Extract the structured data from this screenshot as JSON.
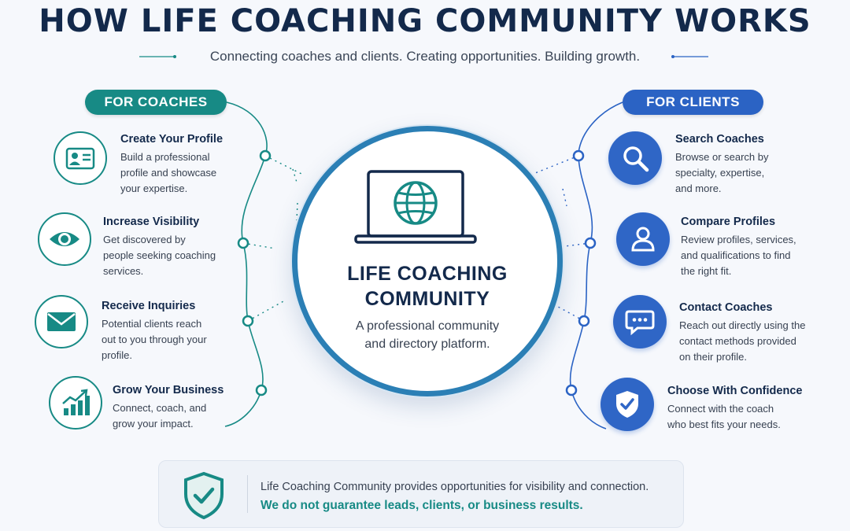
{
  "header": {
    "title": "HOW LIFE COACHING COMMUNITY WORKS",
    "subtitle": "Connecting coaches and clients. Creating opportunities. Building growth."
  },
  "coaches": {
    "label": "FOR COACHES",
    "items": [
      {
        "title": "Create Your Profile",
        "desc": [
          "Build a professional",
          "profile and showcase",
          "your expertise."
        ],
        "icon": "profile-card-icon"
      },
      {
        "title": "Increase Visibility",
        "desc": [
          "Get discovered by",
          "people seeking coaching",
          "services."
        ],
        "icon": "eye-icon"
      },
      {
        "title": "Receive Inquiries",
        "desc": [
          "Potential clients reach",
          "out to you through your",
          "profile."
        ],
        "icon": "envelope-icon"
      },
      {
        "title": "Grow Your Business",
        "desc": [
          "Connect, coach, and",
          "grow your impact."
        ],
        "icon": "growth-chart-icon"
      }
    ]
  },
  "clients": {
    "label": "FOR CLIENTS",
    "items": [
      {
        "title": "Search Coaches",
        "desc": [
          "Browse or search by",
          "specialty, expertise,",
          "and more."
        ],
        "icon": "search-icon"
      },
      {
        "title": "Compare Profiles",
        "desc": [
          "Review profiles, services,",
          "and qualifications to find",
          "the right fit."
        ],
        "icon": "user-icon"
      },
      {
        "title": "Contact Coaches",
        "desc": [
          "Reach out directly using the",
          "contact methods provided",
          "on their profile."
        ],
        "icon": "chat-bubble-icon"
      },
      {
        "title": "Choose With Confidence",
        "desc": [
          "Connect with the coach",
          "who best fits your needs."
        ],
        "icon": "shield-check-icon"
      }
    ]
  },
  "center": {
    "title": [
      "LIFE COACHING",
      "COMMUNITY"
    ],
    "desc": [
      "A professional community",
      "and directory platform."
    ],
    "icon": "laptop-globe-icon"
  },
  "footer": {
    "line1": "Life Coaching Community provides opportunities for visibility and connection.",
    "line2": "We do not guarantee leads, clients, or business results.",
    "icon": "shield-check-icon"
  },
  "colors": {
    "navy": "#13294b",
    "teal": "#178a85",
    "blue": "#2b63c4",
    "background": "#f6f8fc"
  }
}
